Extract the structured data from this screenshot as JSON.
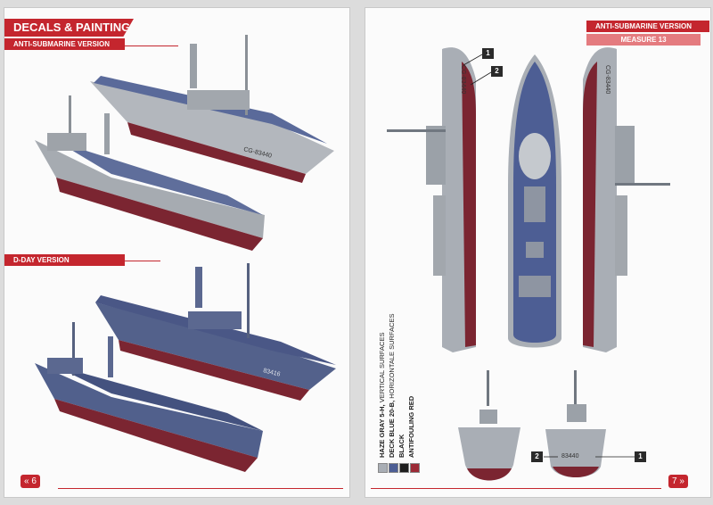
{
  "left_page": {
    "section_title": "DECALS & PAINTING",
    "anti_sub_label": "ANTI-SUBMARINE VERSION",
    "dday_label": "D-DAY VERSION",
    "page_number": "6",
    "page_arrow": "«",
    "hull_code": "CG-83440",
    "dday_hull_code": "83416"
  },
  "right_page": {
    "anti_sub_label": "ANTI-SUBMARINE VERSION",
    "measure_label": "MEASURE 13",
    "page_number": "7",
    "page_arrow": "»",
    "hull_code": "CG-83440",
    "stern_code": "83440",
    "callouts": [
      "1",
      "2",
      "2",
      "1"
    ]
  },
  "legend": [
    {
      "name": "HAZE GRAY 5-H,",
      "desc": " VERTICAL SURFACES",
      "color": "#a9aeb5"
    },
    {
      "name": "DECK BLUE 20-B,",
      "desc": " HORIZONTALE SURFACES",
      "color": "#4d5e94"
    },
    {
      "name": "BLACK",
      "desc": "",
      "color": "#1e1e1e"
    },
    {
      "name": "ANTIFOULING RED",
      "desc": "",
      "color": "#9b2a35"
    }
  ],
  "colors": {
    "accent": "#c4262e",
    "accent_light": "#e47b7f",
    "haze_gray": "#a9aeb5",
    "deck_blue": "#4d5e94",
    "antifouling_red": "#9b2a35"
  }
}
